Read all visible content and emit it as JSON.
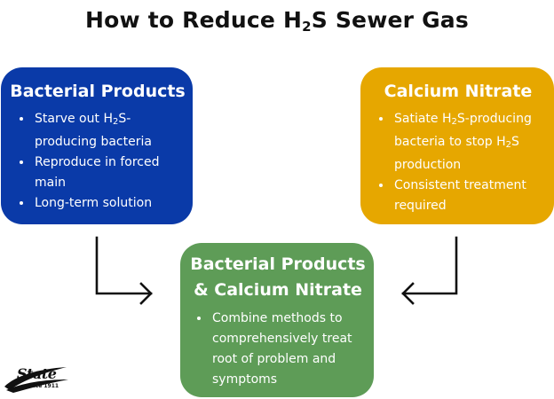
{
  "title": {
    "prefix": "How to Reduce H",
    "subscript": "2",
    "suffix": "S Sewer Gas"
  },
  "bacterial": {
    "heading": "Bacterial Products",
    "items": [
      [
        "Starve out H",
        "2",
        "S-producing bacteria"
      ],
      [
        "Reproduce in forced main"
      ],
      [
        "Long-term solution"
      ]
    ]
  },
  "calcium": {
    "heading": "Calcium Nitrate",
    "items": [
      [
        "Satiate H",
        "2",
        "S-producing bacteria to stop H",
        "2",
        "S production"
      ],
      [
        "Consistent treatment required"
      ]
    ]
  },
  "combined": {
    "heading_line1": "Bacterial Products",
    "heading_line2": "& Calcium Nitrate",
    "items": [
      [
        "Combine methods to comprehensively treat root of problem and symptoms"
      ]
    ]
  },
  "logo": {
    "name": "State",
    "tagline": "Since 1911"
  },
  "colors": {
    "bacterial_box": "#0a3aa8",
    "calcium_box": "#e6a700",
    "combined_box": "#5e9c57",
    "arrow": "#111111"
  }
}
